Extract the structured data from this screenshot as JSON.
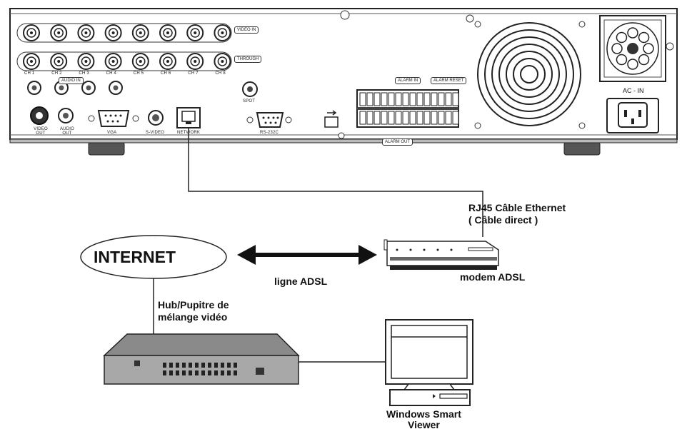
{
  "panel": {
    "video_in": "VIDEO IN",
    "loop_through": "THROUGH",
    "channels": [
      "CH 1",
      "CH 2",
      "CH 3",
      "CH 4",
      "CH 5",
      "CH 6",
      "CH 7",
      "CH 8"
    ],
    "audio_in": "AUDIO IN",
    "spot": "SPOT",
    "video_out": "VIDEO OUT",
    "audio_out": "AUDIO OUT",
    "vga": "VGA",
    "svideo": "S-VIDEO",
    "network": "NETWORK",
    "rs232": "RS-232C",
    "alarm_in": "ALARM IN",
    "alarm_reset": "ALARM RESET",
    "alarm_out": "ALARM OUT",
    "ac_in": "AC - IN"
  },
  "diagram": {
    "cable_label_line1": "RJ45 Câble Ethernet",
    "cable_label_line2": "( Câble direct )",
    "internet": "INTERNET",
    "adsl_line": "ligne ADSL",
    "modem": "modem ADSL",
    "hub_line1": "Hub/Pupitre de",
    "hub_line2": "mélange vidéo",
    "viewer_line1": "Windows Smart",
    "viewer_line2": "Viewer"
  }
}
